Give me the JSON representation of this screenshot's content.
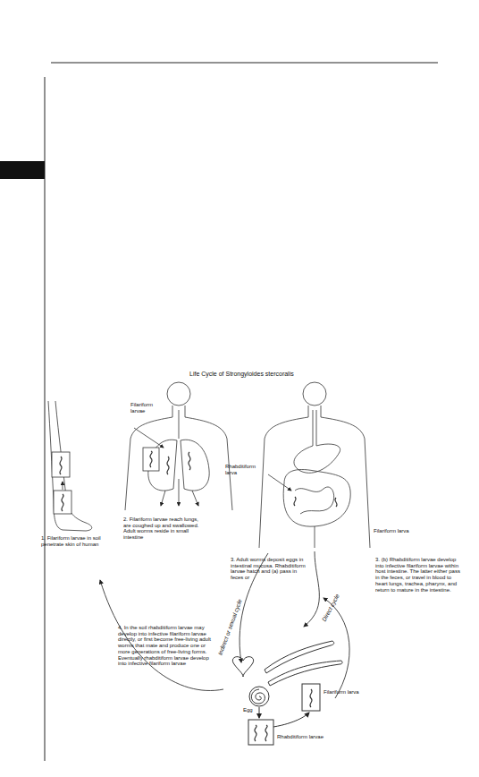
{
  "diagram": {
    "title": "Life Cycle of Strongyloides stercoralis",
    "labels": [
      "Filariform larvae",
      "1. Filariform larvae in soil penetrate skin of human",
      "2. Filariform larvae reach lungs, are coughed up and swallowed. Adult worms reside in small intestine",
      "Rhabditiform larva",
      "3. Adult worms deposit eggs in intestinal mucosa. Rhabditiform larvae hatch and (a) pass in feces or",
      "Filariform larva",
      "3. (b) Rhabditiform larvae develop into infective filariform larvae within host intestine. The latter either pass in the feces, or travel in blood to heart lungs, trachea, pharynx, and return to mature in the intestine.",
      "4. In the soil rhabditiform larvae may develop into infective filariform larvae directly, or first become free-living adult worms that mate and produce one or more generations of free-living forms. Eventually rhabditiform larvae develop into infective filariform larvae",
      "Direct cycle",
      "Indirect or sexual cycle",
      "Filariform larva",
      "Egg",
      "Rhabditiform larvae"
    ]
  }
}
